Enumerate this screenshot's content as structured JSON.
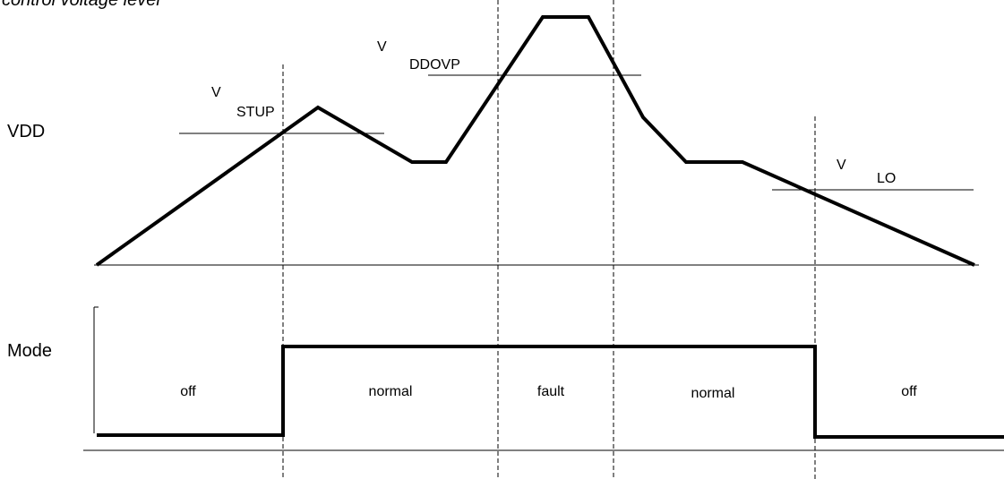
{
  "header_fragment": "control voltage level",
  "signals": {
    "vdd_label": "VDD",
    "mode_label": "Mode"
  },
  "thresholds": [
    {
      "prefix": "V",
      "subscript": "STUP"
    },
    {
      "prefix": "V",
      "subscript": "DDOVP"
    },
    {
      "prefix": "V",
      "subscript": "LO"
    }
  ],
  "modes": [
    "off",
    "normal",
    "fault",
    "normal",
    "off"
  ]
}
